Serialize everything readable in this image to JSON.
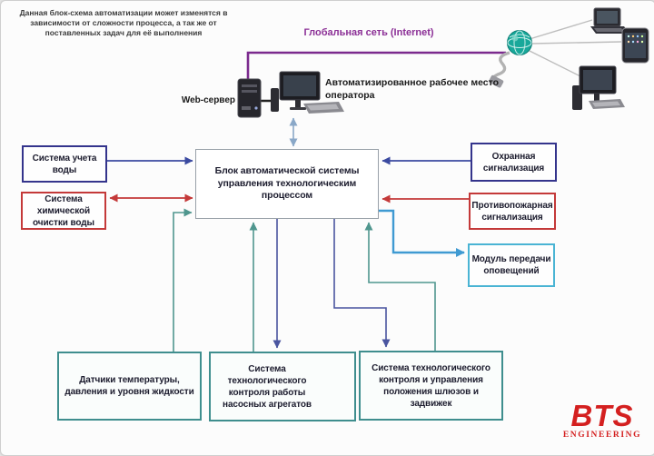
{
  "note": {
    "text": "Данная блок-схема автоматизации может изменятся в зависимости от сложности процесса, а так же от поставленных задач для её выполнения"
  },
  "internet": {
    "label": "Глобальная сеть (Internet)",
    "color": "#8b2f96"
  },
  "web_server": {
    "label": "Web-сервер"
  },
  "workstation": {
    "label": "Автоматизированное рабочее место оператора"
  },
  "main_block": {
    "label": "Блок автоматической системы управления технологическим процессом"
  },
  "boxes": {
    "water_metering": {
      "label": "Система учета воды",
      "border": "#34348c"
    },
    "chemical_treatment": {
      "label": "Система химической очистки воды",
      "border": "#c43939"
    },
    "security_alarm": {
      "label": "Охранная сигнализация",
      "border": "#34348c"
    },
    "fire_alarm": {
      "label": "Противопожарная сигнализация",
      "border": "#c43939"
    },
    "notification_module": {
      "label": "Модуль передачи оповещений",
      "border": "#4ab4d4"
    },
    "sensors": {
      "label": "Датчики температуры, давления и уровня жидкости",
      "border": "#3f8e8e"
    },
    "pump_control": {
      "label": "Система технологического контроля работы насосных агрегатов",
      "border": "#3f8e8e"
    },
    "gate_control": {
      "label": "Система технологического контроля и управления положения шлюзов и задвижек",
      "border": "#3f8e8e"
    }
  },
  "logo": {
    "brand": "BTS",
    "sub": "ENGINEERING",
    "color": "#d42020"
  },
  "icons": {
    "globe": "internet-globe-icon",
    "server": "web-server-tower-icon",
    "operator_pc": "operator-workstation-icon",
    "laptop": "laptop-icon",
    "tablet": "tablet-icon",
    "desktop": "desktop-computer-icon",
    "pump": "pump-unit-icon"
  },
  "colors": {
    "navy": "#3b4aa0",
    "red": "#c43939",
    "teal": "#4f968e",
    "slate": "#4a55a0",
    "steel": "#3f9ad2",
    "purple": "#7b2a8e",
    "lightblue": "#8aa8c8"
  }
}
